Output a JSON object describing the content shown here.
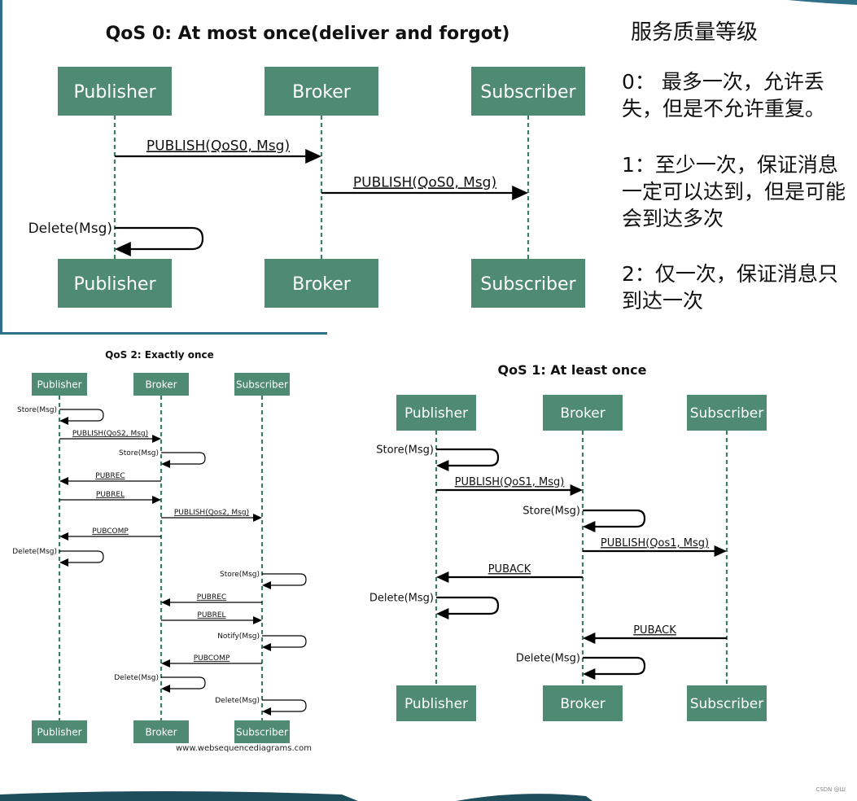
{
  "colors": {
    "box_fill": "#4f8a72",
    "box_text": "#ffffff",
    "lifeline": "#3a7d67",
    "arrow": "#000000",
    "frame_accent": "#2f6f87"
  },
  "notes": {
    "title": "服务质量等级",
    "level0": "0：  最多一次，允许丢失，但是不允许重复。",
    "level1": "1：至少一次，保证消息一定可以达到，但是可能会到达多次",
    "level2": "2：仅一次，保证消息只到达一次"
  },
  "footer": {
    "credit": "www.websequencediagrams.com",
    "watermark": "CSDN @Ш"
  },
  "diagrams": [
    {
      "id": "qos0",
      "title": "QoS 0: At most once(deliver and forgot)",
      "participants": [
        "Publisher",
        "Broker",
        "Subscriber"
      ],
      "messages": [
        {
          "kind": "call",
          "from": 0,
          "to": 1,
          "label": "PUBLISH(QoS0, Msg)"
        },
        {
          "kind": "call",
          "from": 1,
          "to": 2,
          "label": "PUBLISH(QoS0, Msg)"
        },
        {
          "kind": "self",
          "at": 0,
          "label": "Delete(Msg)"
        }
      ]
    },
    {
      "id": "qos2",
      "title": "QoS 2: Exactly once",
      "participants": [
        "Publisher",
        "Broker",
        "Subscriber"
      ],
      "messages": [
        {
          "kind": "self",
          "at": 0,
          "label": "Store(Msg)"
        },
        {
          "kind": "call",
          "from": 0,
          "to": 1,
          "label": "PUBLISH(QoS2, Msg)"
        },
        {
          "kind": "self",
          "at": 1,
          "label": "Store(Msg)"
        },
        {
          "kind": "call",
          "from": 1,
          "to": 0,
          "label": "PUBREC"
        },
        {
          "kind": "call",
          "from": 0,
          "to": 1,
          "label": "PUBREL"
        },
        {
          "kind": "call",
          "from": 1,
          "to": 2,
          "label": "PUBLISH(Qos2, Msg)"
        },
        {
          "kind": "call",
          "from": 1,
          "to": 0,
          "label": "PUBCOMP"
        },
        {
          "kind": "self",
          "at": 0,
          "label": "Delete(Msg)"
        },
        {
          "kind": "self",
          "at": 2,
          "label": "Store(Msg)"
        },
        {
          "kind": "call",
          "from": 2,
          "to": 1,
          "label": "PUBREC"
        },
        {
          "kind": "call",
          "from": 1,
          "to": 2,
          "label": "PUBREL"
        },
        {
          "kind": "self",
          "at": 2,
          "label": "Notify(Msg)"
        },
        {
          "kind": "call",
          "from": 2,
          "to": 1,
          "label": "PUBCOMP"
        },
        {
          "kind": "self",
          "at": 1,
          "label": "Delete(Msg)"
        },
        {
          "kind": "self",
          "at": 2,
          "label": "Delete(Msg)"
        }
      ]
    },
    {
      "id": "qos1",
      "title": "QoS 1: At least once",
      "participants": [
        "Publisher",
        "Broker",
        "Subscriber"
      ],
      "messages": [
        {
          "kind": "self",
          "at": 0,
          "label": "Store(Msg)"
        },
        {
          "kind": "call",
          "from": 0,
          "to": 1,
          "label": "PUBLISH(QoS1, Msg)"
        },
        {
          "kind": "self",
          "at": 1,
          "label": "Store(Msg)"
        },
        {
          "kind": "call",
          "from": 1,
          "to": 2,
          "label": "PUBLISH(Qos1, Msg)"
        },
        {
          "kind": "call",
          "from": 1,
          "to": 0,
          "label": "PUBACK"
        },
        {
          "kind": "self",
          "at": 0,
          "label": "Delete(Msg)"
        },
        {
          "kind": "call",
          "from": 2,
          "to": 1,
          "label": "PUBACK"
        },
        {
          "kind": "self",
          "at": 1,
          "label": "Delete(Msg)"
        }
      ]
    }
  ]
}
